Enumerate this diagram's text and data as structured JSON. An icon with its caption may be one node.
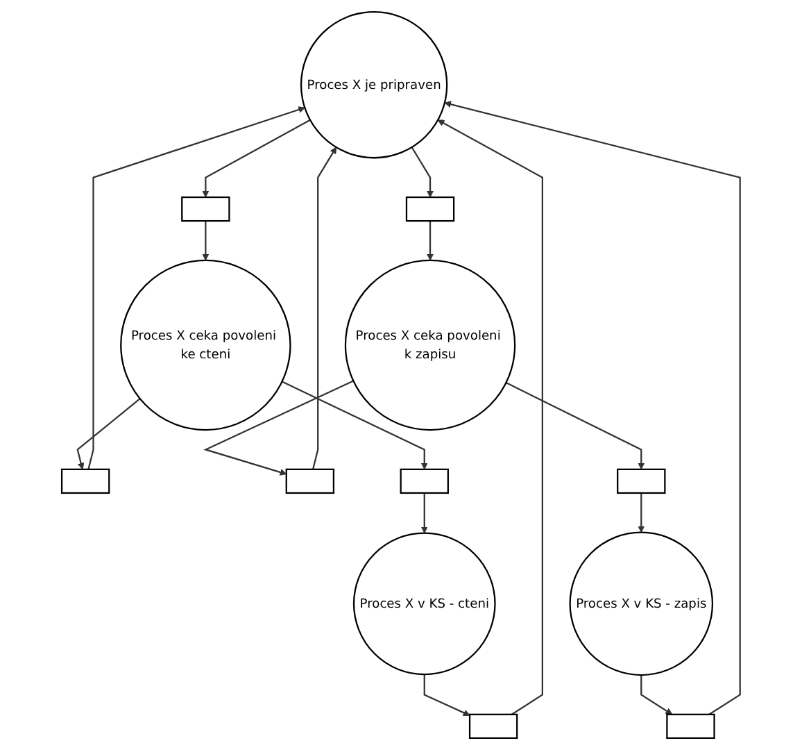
{
  "diagram": {
    "nodes": [
      {
        "text": [
          "Proces X je pripraven"
        ]
      },
      {
        "text": [],
        "shape": "box"
      },
      {
        "text": [],
        "shape": "box"
      },
      {
        "text": [],
        "shape": "box"
      },
      {
        "text": [],
        "shape": "box"
      },
      {
        "text": [],
        "shape": "box"
      },
      {
        "text": [
          "Proces X ceka povoleni ke cteni"
        ]
      },
      {
        "text": [
          "Proces X ceka povoleni k zapisu"
        ]
      },
      {
        "text": [],
        "shape": "box"
      },
      {
        "text": [],
        "shape": "box"
      },
      {
        "text": [],
        "shape": "box"
      },
      {
        "text": [
          "Proces X v KS - cteni"
        ]
      },
      {
        "text": [
          "Proces X v KS - zapis"
        ]
      }
    ],
    "edges": [
      {
        "from": 1,
        "to": 0,
        "arrow": "to"
      },
      {
        "from": 0,
        "to": 2,
        "arrow": "to"
      },
      {
        "from": 0,
        "to": 3,
        "arrow": "to"
      },
      {
        "from": 4,
        "to": 0,
        "arrow": "to"
      },
      {
        "from": 5,
        "to": 0,
        "arrow": "to"
      },
      {
        "from": 8,
        "to": 0,
        "arrow": "to"
      },
      {
        "from": 6,
        "to": 1,
        "arrow": "to"
      },
      {
        "from": 2,
        "to": 6,
        "arrow": "to"
      },
      {
        "from": 3,
        "to": 7,
        "arrow": "to"
      },
      {
        "from": 7,
        "to": 4,
        "arrow": "to"
      },
      {
        "from": 6,
        "to": 9,
        "arrow": "to"
      },
      {
        "from": 9,
        "to": 11,
        "arrow": "to"
      },
      {
        "from": 11,
        "to": 5,
        "arrow": "to"
      },
      {
        "from": 7,
        "to": 10,
        "arrow": "to"
      },
      {
        "from": 10,
        "to": 12,
        "arrow": "to"
      },
      {
        "from": 12,
        "to": 8,
        "arrow": "to"
      }
    ]
  }
}
